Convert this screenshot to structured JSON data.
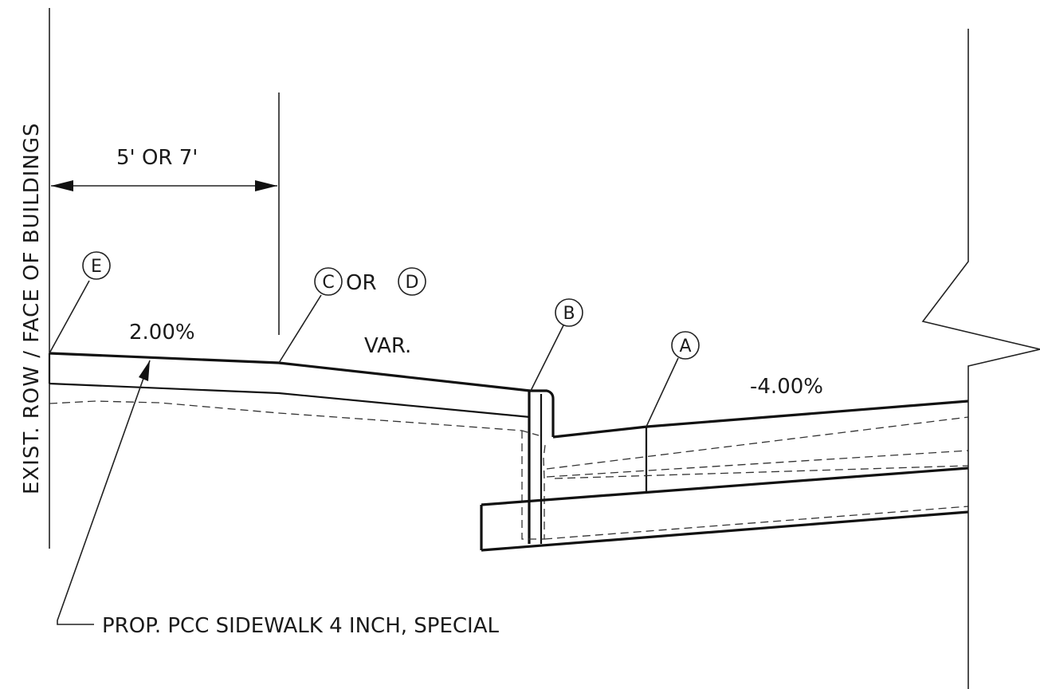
{
  "labels": {
    "row_line": "EXIST. ROW / FACE OF BUILDINGS",
    "dimension": "5' OR 7'",
    "sidewalk_slope": "2.00%",
    "var": "VAR.",
    "pavement_slope": "-4.00%",
    "or": "OR",
    "sidewalk_note": "PROP. PCC SIDEWALK 4 INCH, SPECIAL"
  },
  "callouts": {
    "a": "A",
    "b": "B",
    "c": "C",
    "d": "D",
    "e": "E"
  }
}
